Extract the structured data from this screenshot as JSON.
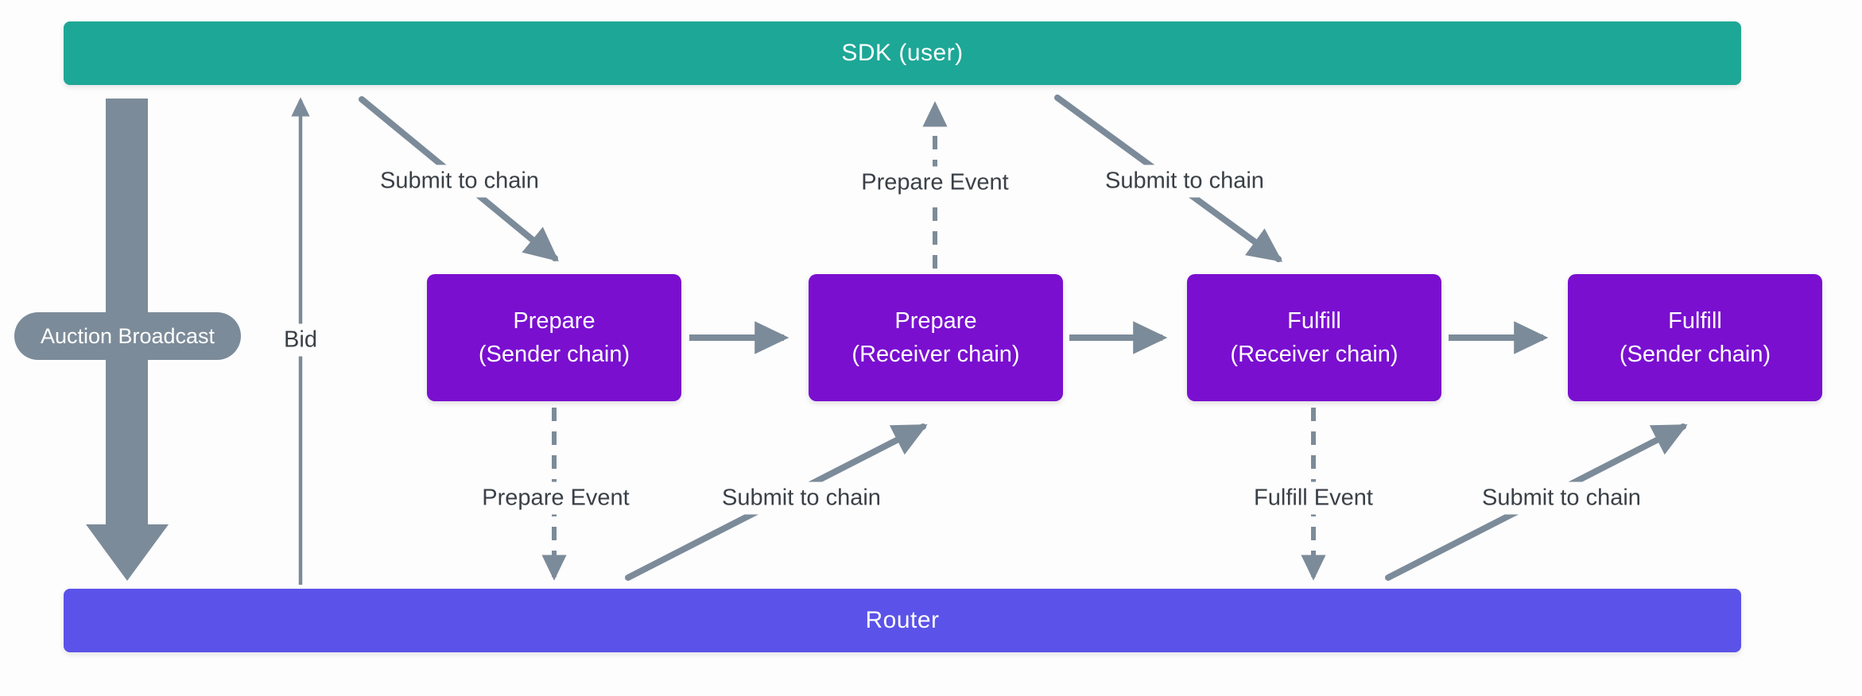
{
  "diagram": {
    "colors": {
      "sdk_bar": "#1DA796",
      "router_bar": "#5B52E9",
      "step_box": "#7A0FD0",
      "arrow_gray": "#7C8B99",
      "label_text": "#3A4047",
      "background": "#FDFDFD"
    },
    "lanes": {
      "sdk": {
        "label": "SDK (user)"
      },
      "router": {
        "label": "Router"
      }
    },
    "auction": {
      "label": "Auction Broadcast"
    },
    "bid": {
      "label": "Bid"
    },
    "boxes": [
      {
        "line1": "Prepare",
        "line2": "(Sender chain)"
      },
      {
        "line1": "Prepare",
        "line2": "(Receiver chain)"
      },
      {
        "line1": "Fulfill",
        "line2": "(Receiver chain)"
      },
      {
        "line1": "Fulfill",
        "line2": "(Sender chain)"
      }
    ],
    "edge_labels": {
      "submit_top_left": "Submit to chain",
      "submit_top_right": "Submit to chain",
      "submit_bottom_left": "Submit to chain",
      "submit_bottom_right": "Submit to chain",
      "prepare_event_up": "Prepare Event",
      "prepare_event_down": "Prepare Event",
      "fulfill_event_down": "Fulfill Event"
    }
  }
}
